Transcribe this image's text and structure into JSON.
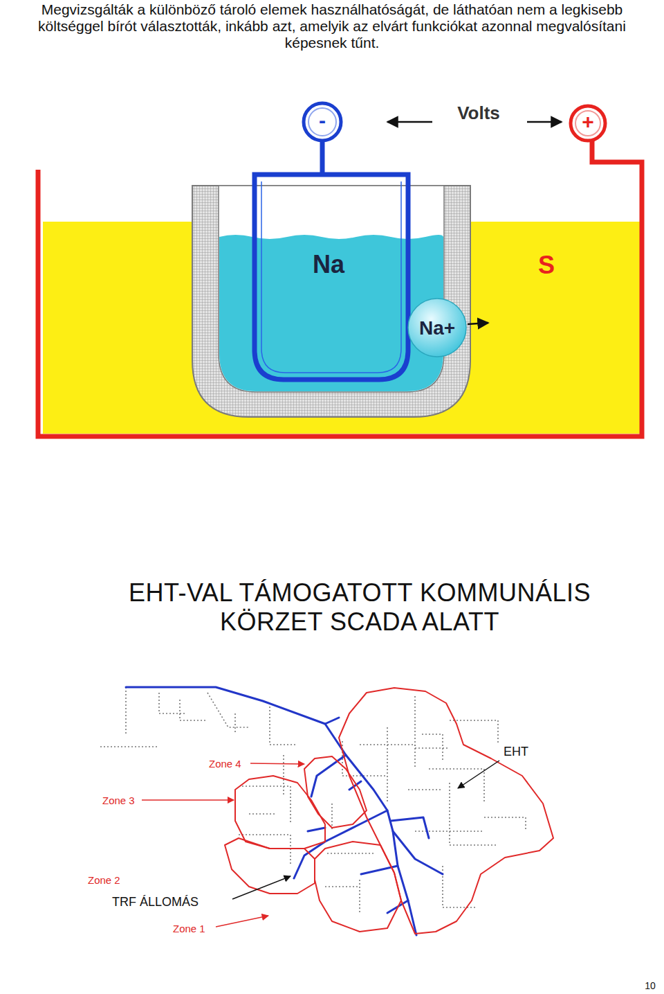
{
  "diagram": {
    "title": "EHT-VAL TÁMOGATOTT KOMMUNÁLIS KÖRZET SCADA ALATT",
    "labels": [
      "Megvizsgálták a különböző tároló elemek használhatóságát, de láthatóan nem a legkisebb költséggel bírót választották, inkább azt, amelyik az elvárt funkciókat azonnal megvalósítani képesnek tűnt.",
      "-",
      "+",
      "Volts",
      "Na",
      "Na+",
      "S",
      "Zone 4",
      "Zone 3",
      "Zone 2",
      "TRF ÁLLOMÁS",
      "Zone 1",
      "EHT",
      "10"
    ]
  }
}
